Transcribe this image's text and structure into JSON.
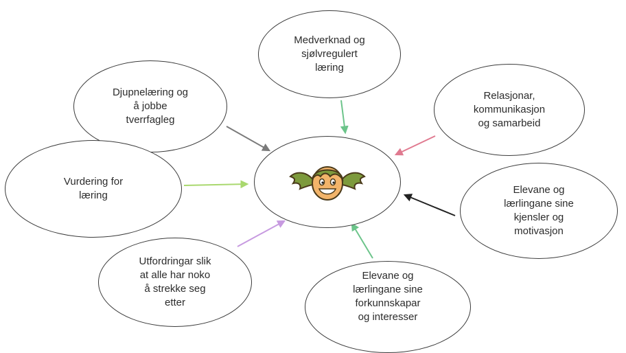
{
  "bubbles": [
    {
      "id": "medverknad",
      "text": "Medverknad og\nsjølvregulert\nlæring"
    },
    {
      "id": "djupnelaering",
      "text": "Djupnelæring og\nå jobbe\ntverrfagleg"
    },
    {
      "id": "relasjonar",
      "text": "Relasjonar,\nkommunikasjon\nog samarbeid"
    },
    {
      "id": "vurdering",
      "text": "Vurdering for\nlæring"
    },
    {
      "id": "kjensler",
      "text": "Elevane og\nlærlingane sine\nkjensler og\nmotivasjon"
    },
    {
      "id": "utfordringar",
      "text": "Utfordringar slik\nat alle har noko\nå strekke seg\netter"
    },
    {
      "id": "forkunnskapar",
      "text": "Elevane og\nlærlingane sine\nforkunnskapar\nog interesser"
    }
  ],
  "arrow_colors": {
    "medverknad": "#6cc48a",
    "djupnelaering": "#7a7a7a",
    "relasjonar": "#e07a90",
    "vurdering": "#a9d86e",
    "kjensler": "#222222",
    "utfordringar": "#c79ae0",
    "forkunnskapar": "#6cc48a"
  },
  "face_colors": {
    "hair": "#7d9a3c",
    "skin": "#f2b46a",
    "outline": "#4a3a1a"
  }
}
